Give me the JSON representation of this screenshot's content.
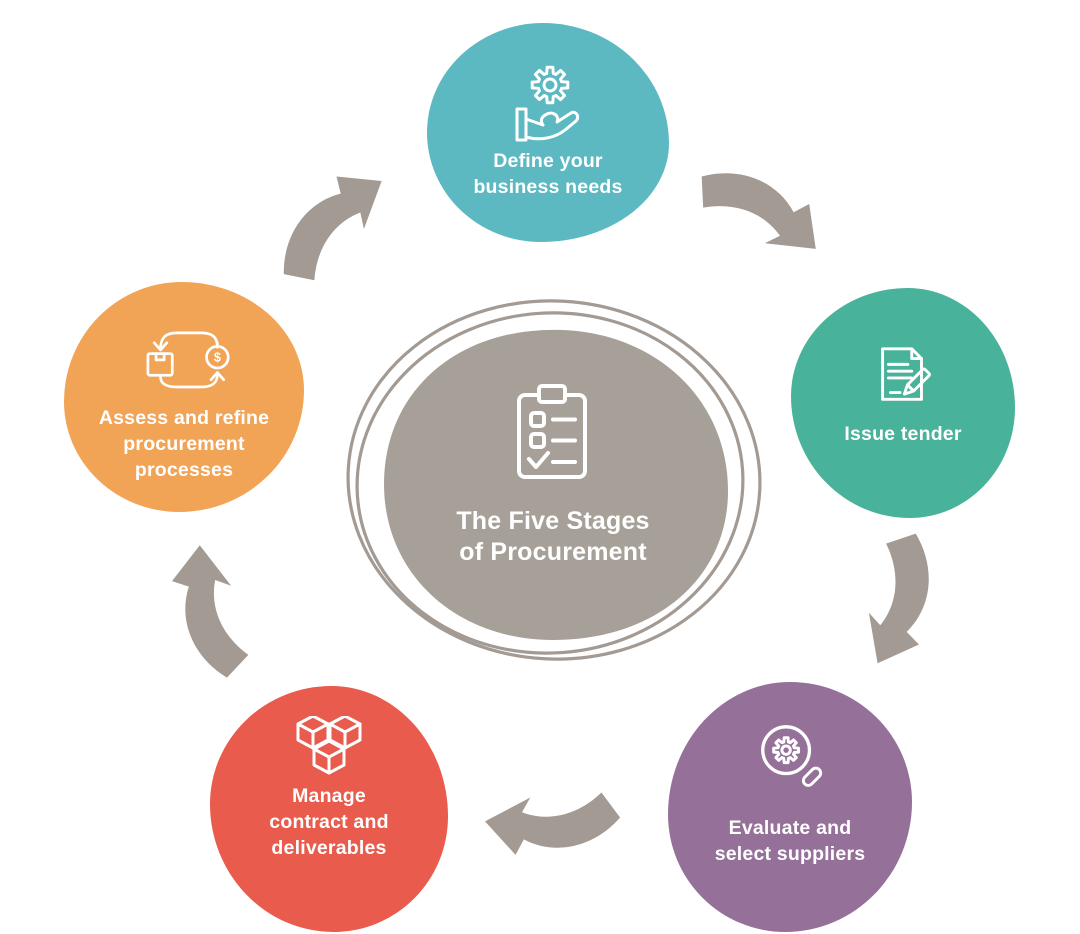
{
  "diagram": {
    "center": {
      "title_line1": "The Five Stages",
      "title_line2": "of Procurement",
      "icon": "clipboard-checklist-icon",
      "color": "#a7a099",
      "ring_color": "#a29a93"
    },
    "stages": [
      {
        "name": "define-business-needs",
        "line1": "Define your",
        "line2": "business needs",
        "icon": "gear-hand-icon",
        "color": "#5cb9c2"
      },
      {
        "name": "issue-tender",
        "line1": "Issue tender",
        "icon": "document-pencil-icon",
        "color": "#49b29a"
      },
      {
        "name": "evaluate-select-suppliers",
        "line1": "Evaluate and",
        "line2": "select suppliers",
        "icon": "magnifier-gear-icon",
        "color": "#95719a"
      },
      {
        "name": "manage-contract-deliverables",
        "line1": "Manage",
        "line2": "contract and",
        "line3": "deliverables",
        "icon": "stacked-cubes-icon",
        "color": "#e95b4c"
      },
      {
        "name": "assess-refine-processes",
        "line1": "Assess and refine",
        "line2": "procurement",
        "line3": "processes",
        "icon": "box-dollar-cycle-icon",
        "color": "#f2a456"
      }
    ],
    "arrow_color": "#a29a93",
    "flow_direction": "clockwise"
  }
}
